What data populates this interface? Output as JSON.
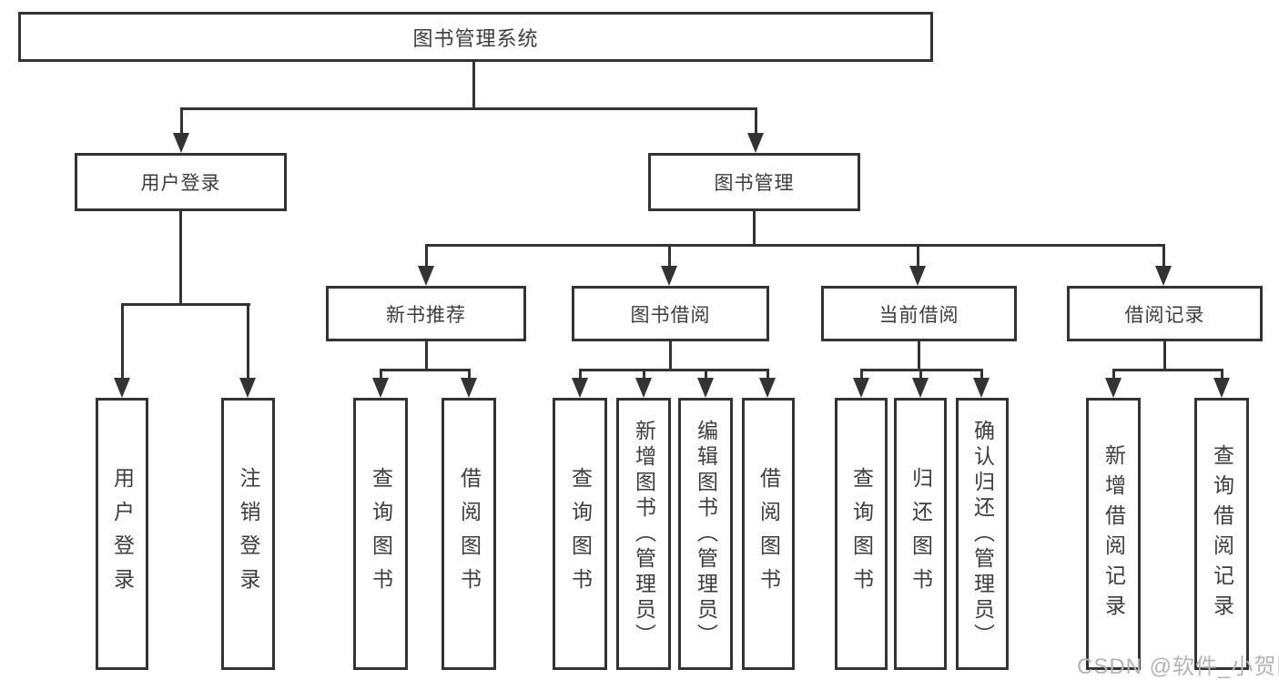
{
  "diagram": {
    "root": {
      "label": "图书管理系统",
      "children": [
        {
          "label": "用户登录",
          "children": [
            {
              "label": "用户登录"
            },
            {
              "label": "注销登录"
            }
          ]
        },
        {
          "label": "图书管理",
          "children": [
            {
              "label": "新书推荐",
              "children": [
                {
                  "label": "查询图书"
                },
                {
                  "label": "借阅图书"
                }
              ]
            },
            {
              "label": "图书借阅",
              "children": [
                {
                  "label": "查询图书"
                },
                {
                  "label": "新增图书（管理员）"
                },
                {
                  "label": "编辑图书（管理员）"
                },
                {
                  "label": "借阅图书"
                }
              ]
            },
            {
              "label": "当前借阅",
              "children": [
                {
                  "label": "查询图书"
                },
                {
                  "label": "归还图书"
                },
                {
                  "label": "确认归还（管理员）"
                }
              ]
            },
            {
              "label": "借阅记录",
              "children": [
                {
                  "label": "新增借阅记录"
                },
                {
                  "label": "查询借阅记录"
                }
              ]
            }
          ]
        }
      ]
    }
  },
  "watermark": {
    "text": "CSDN @软件_小贺同学"
  },
  "colors": {
    "line": "#333333",
    "box_border": "#333333",
    "text": "#3d3d3d",
    "background": "#ffffff",
    "watermark": "#b4b4b4"
  }
}
